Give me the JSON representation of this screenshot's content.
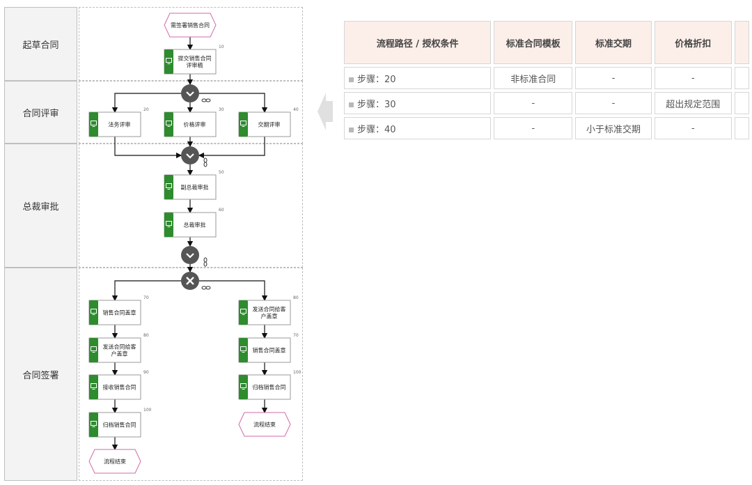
{
  "lanes": [
    {
      "label": "起草合同"
    },
    {
      "label": "合同评审"
    },
    {
      "label": "总裁审批"
    },
    {
      "label": "合同签署"
    }
  ],
  "flow": {
    "events": [
      {
        "id": "start",
        "label": "需签署销售合同"
      },
      {
        "id": "end_left",
        "label": "流程结束"
      },
      {
        "id": "end_right",
        "label": "流程结束"
      }
    ],
    "tasks": [
      {
        "id": "t10",
        "num": "10",
        "lines": [
          "提交销售合同",
          "评审稿"
        ]
      },
      {
        "id": "t20",
        "num": "20",
        "lines": [
          "法务评审"
        ]
      },
      {
        "id": "t30",
        "num": "30",
        "lines": [
          "价格评审"
        ]
      },
      {
        "id": "t40",
        "num": "40",
        "lines": [
          "交期评审"
        ]
      },
      {
        "id": "t50",
        "num": "50",
        "lines": [
          "副总裁审批"
        ]
      },
      {
        "id": "t60",
        "num": "60",
        "lines": [
          "总裁审批"
        ]
      },
      {
        "id": "tL70",
        "num": "70",
        "lines": [
          "销售合同盖章"
        ]
      },
      {
        "id": "tL80",
        "num": "80",
        "lines": [
          "发送合同给客",
          "户盖章"
        ]
      },
      {
        "id": "tL90",
        "num": "90",
        "lines": [
          "接收销售合同"
        ]
      },
      {
        "id": "tL100",
        "num": "100",
        "lines": [
          "归档销售合同"
        ]
      },
      {
        "id": "tR80",
        "num": "80",
        "lines": [
          "发送合同给客",
          "户盖章"
        ]
      },
      {
        "id": "tR70",
        "num": "70",
        "lines": [
          "销售合同盖章"
        ]
      },
      {
        "id": "tR100",
        "num": "100",
        "lines": [
          "归档销售合同"
        ]
      }
    ]
  },
  "table": {
    "headers": [
      "流程路径 / 授权条件",
      "标准合同模板",
      "标准交期",
      "价格折扣",
      ""
    ],
    "rows": [
      {
        "step": "步骤：20",
        "cells": [
          "非标准合同",
          "-",
          "-",
          ""
        ]
      },
      {
        "step": "步骤：30",
        "cells": [
          "-",
          "-",
          "超出规定范围",
          ""
        ]
      },
      {
        "step": "步骤：40",
        "cells": [
          "-",
          "小于标准交期",
          "-",
          ""
        ]
      }
    ]
  },
  "colors": {
    "task_icon": "#2e8b2e",
    "gateway": "#555555",
    "event_border": "#d26aa8",
    "header_bg": "#fcefea"
  }
}
